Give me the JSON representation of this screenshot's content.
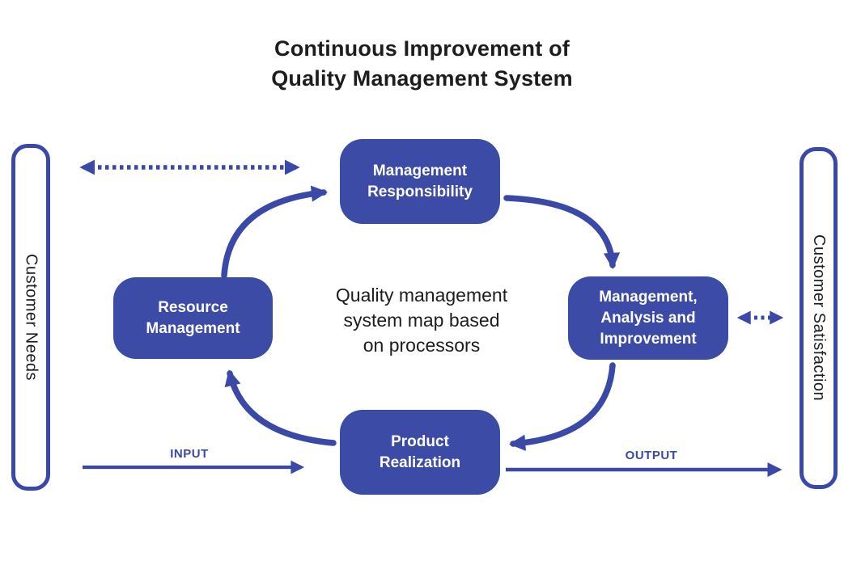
{
  "title": {
    "line1": "Continuous Improvement of",
    "line2": "Quality Management System"
  },
  "panels": {
    "customer_needs": "Customer Needs",
    "customer_satisfaction": "Customer Satisfaction"
  },
  "cycle_nodes": {
    "top": "Management Responsibility",
    "right": "Management, Analysis and Improvement",
    "bottom": "Product Realization",
    "left": "Resource Management"
  },
  "center_text": {
    "line1": "Quality management",
    "line2": "system map based",
    "line3": "on processors"
  },
  "flow_labels": {
    "input": "INPUT",
    "output": "OUTPUT"
  },
  "connections": [
    {
      "name": "resource-management-to-management-responsibility",
      "style": "solid-curved-arrow"
    },
    {
      "name": "management-responsibility-to-management-analysis-improvement",
      "style": "solid-curved-arrow"
    },
    {
      "name": "management-analysis-improvement-to-product-realization",
      "style": "solid-curved-arrow"
    },
    {
      "name": "product-realization-to-resource-management",
      "style": "solid-curved-arrow"
    },
    {
      "name": "customer-needs-management-responsibility",
      "style": "dotted-double-arrow"
    },
    {
      "name": "management-analysis-improvement-customer-satisfaction",
      "style": "dotted-double-arrow"
    },
    {
      "name": "customer-needs-to-product-realization",
      "style": "solid-arrow",
      "label": "INPUT"
    },
    {
      "name": "product-realization-to-customer-satisfaction",
      "style": "solid-arrow",
      "label": "OUTPUT"
    }
  ],
  "colors": {
    "accent": "#3A49A8",
    "box_fill": "#3C4BA5",
    "ink": "#1D1D1D"
  }
}
